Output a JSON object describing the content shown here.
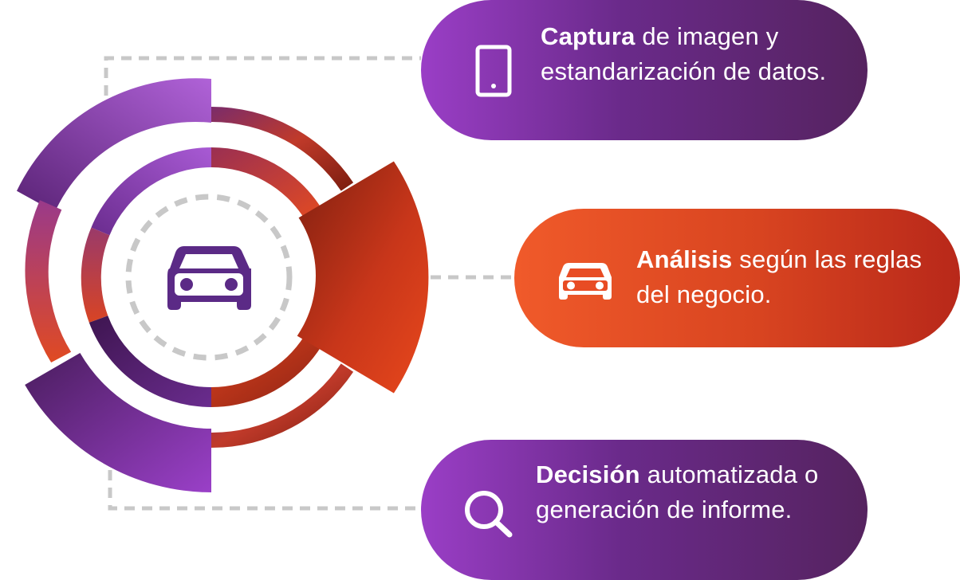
{
  "steps": [
    {
      "title": "Captura",
      "text": " de imagen y estandarización de datos.",
      "icon": "smartphone-icon",
      "color": "#8b3ab5"
    },
    {
      "title": "Análisis",
      "text": " según las reglas del negocio.",
      "icon": "car-icon",
      "color": "#e84c24"
    },
    {
      "title": "Decisión",
      "text": " automatizada o generación de informe.",
      "icon": "search-icon",
      "color": "#8b3ab5"
    }
  ],
  "center": {
    "icon": "car-icon",
    "color": "#5b2a86"
  },
  "colors": {
    "purple_light": "#a95ad6",
    "purple_dark": "#4a1d5e",
    "orange": "#e0451c",
    "red_dark": "#8e2414",
    "connector": "#c8c8c8"
  }
}
